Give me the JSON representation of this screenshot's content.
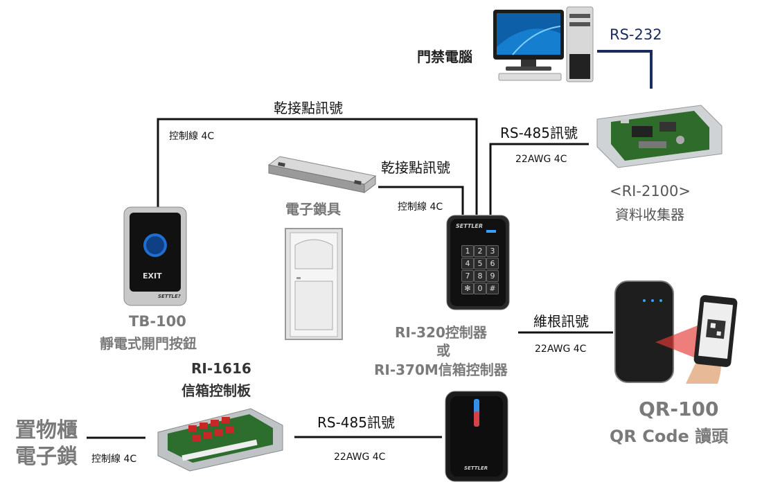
{
  "wires": {
    "rs232": "RS-232",
    "dry_contact_top": "乾接點訊號",
    "control_4c_a": "控制線 4C",
    "dry_contact_lock": "乾接點訊號",
    "control_4c_b": "控制線 4C",
    "rs485_top": "RS-485訊號",
    "awg_top": "22AWG 4C",
    "wiegand": "維根訊號",
    "awg_mid": "22AWG 4C",
    "rs485_bottom": "RS-485訊號",
    "awg_bottom": "22AWG 4C",
    "control_4c_c": "控制線 4C"
  },
  "devices": {
    "pc": {
      "label": "門禁電腦"
    },
    "collector": {
      "model": "<RI-2100>",
      "name": "資料收集器"
    },
    "maglock": {
      "label": "電子鎖具"
    },
    "button": {
      "model": "TB-100",
      "name": "靜電式開門按鈕",
      "button_text": "EXIT",
      "brand": "SETTLE?"
    },
    "controller": {
      "line1": "RI-320控制器",
      "line2": "或",
      "line3": "RI-370M信箱控制器",
      "brand": "SETTLER",
      "keys": [
        "1",
        "2",
        "3",
        "4",
        "5",
        "6",
        "7",
        "8",
        "9",
        "✻",
        "0",
        "#"
      ]
    },
    "board": {
      "model": "RI-1616",
      "name": "信箱控制板"
    },
    "qr": {
      "model": "QR-100",
      "name": "QR Code 讀頭"
    },
    "cabinet": {
      "line1": "置物櫃",
      "line2": "電子鎖"
    },
    "reader": {
      "brand": "SETTLER"
    }
  },
  "colors": {
    "wire": "#111111",
    "rs232_wire": "#1a2b5c",
    "caption_gray": "#7a7a7a"
  }
}
